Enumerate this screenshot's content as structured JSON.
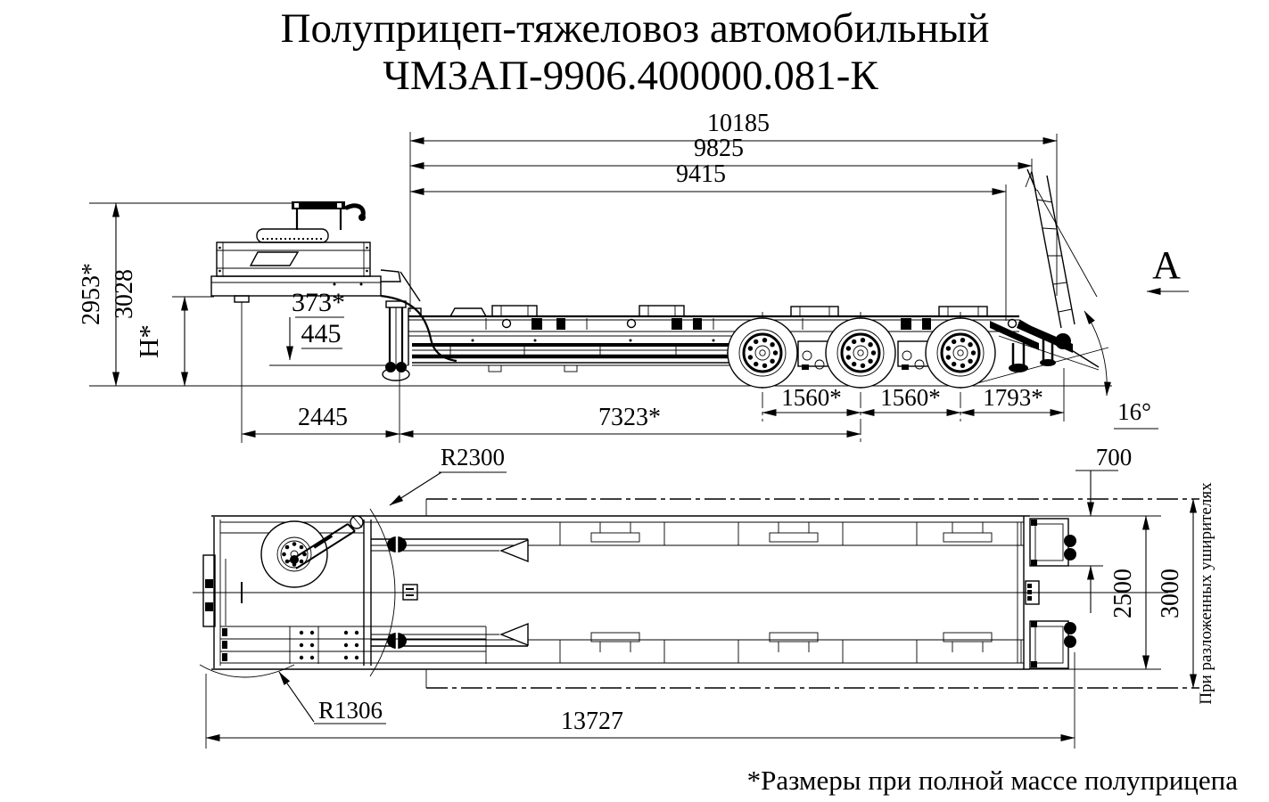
{
  "drawing": {
    "title_line1": "Полуприцеп-тяжеловоз автомобильный",
    "title_line2": "ЧМЗАП-9906.400000.081-К",
    "footnote": "*Размеры при полной массе полуприцепа",
    "ink_color": "#000000",
    "paper_color": "#ffffff"
  },
  "side_view": {
    "length_dims": [
      {
        "name": "overall_length",
        "value": "10185"
      },
      {
        "name": "length_to_ramp_top",
        "value": "9825"
      },
      {
        "name": "platform_length",
        "value": "9415"
      }
    ],
    "height_dims": [
      {
        "name": "height_laden",
        "value": "2953*"
      },
      {
        "name": "height_unladen",
        "value": "3028"
      },
      {
        "name": "gooseneck_clearance",
        "value": "H*"
      }
    ],
    "deck_height_dims": [
      {
        "name": "deck_height_laden",
        "value": "373*"
      },
      {
        "name": "deck_height_unladen",
        "value": "445"
      }
    ],
    "base_dims": [
      {
        "name": "kingpin_to_support",
        "value": "2445"
      },
      {
        "name": "kingpin_to_bogie",
        "value": "7323*"
      }
    ],
    "axle_dims": [
      {
        "value": "1560*"
      },
      {
        "value": "1560*"
      },
      {
        "value": "1793*"
      }
    ],
    "ramp_angle": "16°",
    "section_label": "A"
  },
  "top_view": {
    "radius_dims": [
      {
        "name": "gooseneck_swing_radius",
        "value": "R2300"
      },
      {
        "name": "front_swing_radius",
        "value": "R1306"
      }
    ],
    "ramp_width": "700",
    "deck_width": "2500",
    "width_with_wideners": "3000",
    "overall_length": "13727",
    "wideners_note": "При разложенных уширителях"
  }
}
